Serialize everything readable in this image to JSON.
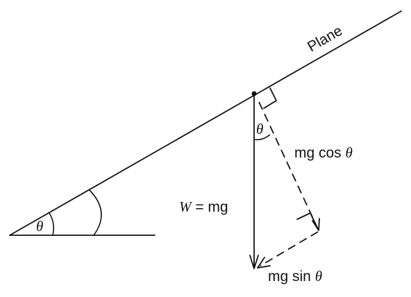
{
  "labels": {
    "plane": "Plane",
    "weight_italic": "W",
    "weight_rest": " = mg",
    "cos_component": "mg cos ",
    "sin_component": "mg sin ",
    "theta": "θ"
  },
  "colors": {
    "ink": "#111111",
    "background": "#ffffff"
  }
}
